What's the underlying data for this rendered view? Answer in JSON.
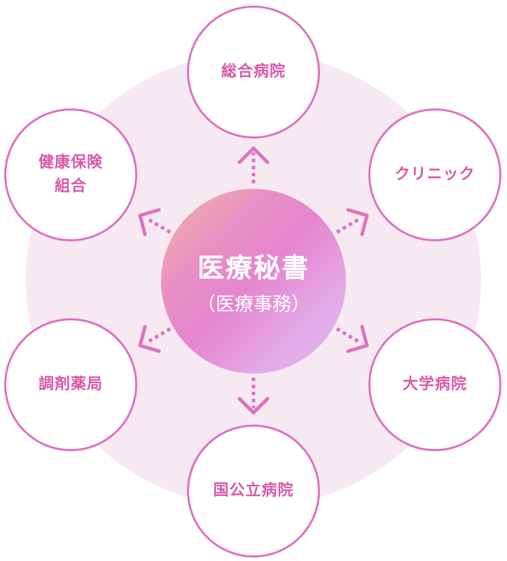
{
  "center": {
    "title": "医療秘書",
    "subtitle": "（医療事務）"
  },
  "nodes": {
    "top": "総合病院",
    "top_left_line1": "健康保険",
    "top_left_line2": "組合",
    "top_right": "クリニック",
    "bottom_left": "調剤薬局",
    "bottom_right": "大学病院",
    "bottom": "国公立病院"
  },
  "colors": {
    "accent": "#df72bf",
    "text": "#d858a8",
    "background_disc": "#f6e9f1"
  }
}
